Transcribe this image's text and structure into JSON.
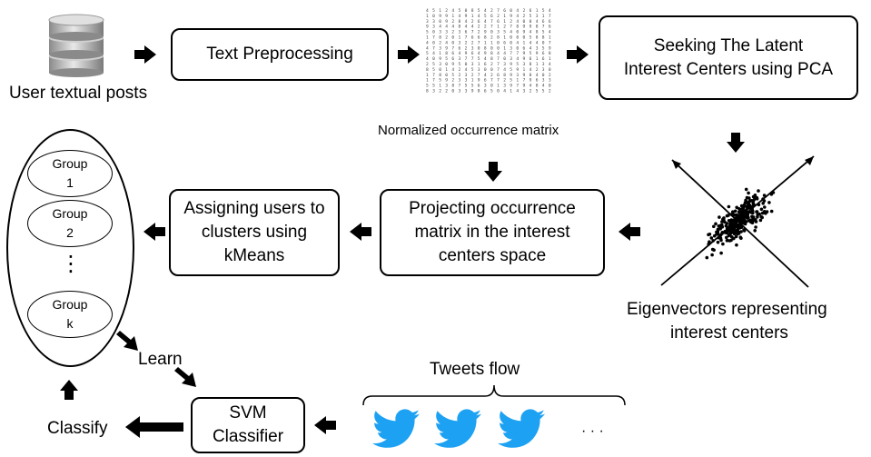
{
  "sources": {
    "database_label": "User textual posts",
    "database_icon": "database-icon"
  },
  "boxes": {
    "preprocessing": "Text Preprocessing",
    "pca_line1": "Seeking The Latent",
    "pca_line2": "Interest Centers using PCA",
    "projecting_line1": "Projecting occurrence",
    "projecting_line2": "matrix in the interest",
    "projecting_line3": "centers space",
    "assigning_line1": "Assigning users to",
    "assigning_line2": "clusters using",
    "assigning_line3": "kMeans",
    "svm_line1": "SVM",
    "svm_line2": "Classifier"
  },
  "labels": {
    "matrix": "Normalized occurrence matrix",
    "eigen_line1": "Eigenvectors representing",
    "eigen_line2": "interest centers",
    "learn": "Learn",
    "classify": "Classify",
    "tweets_flow": "Tweets flow",
    "ellipsis": "· · ·"
  },
  "groups": [
    {
      "name": "Group",
      "id": "1"
    },
    {
      "name": "Group",
      "id": "2"
    },
    {
      "name": "Group",
      "id": "k"
    }
  ],
  "groups_ellipsis": "⋮",
  "colors": {
    "twitter": "#1DA1F2",
    "stroke": "#000000"
  }
}
